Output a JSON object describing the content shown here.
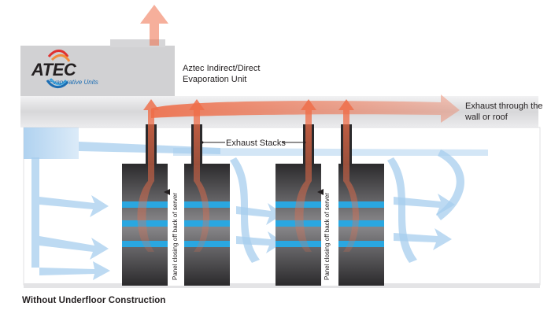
{
  "logo": {
    "name": "ATEC",
    "tagline": "Evaporative Units"
  },
  "labels": {
    "unit": "Aztec Indirect/Direct\nEvaporation Unit",
    "exhaust": "Exhaust through the\nwall or roof",
    "stacks": "Exhaust Stacks",
    "panel": "Panel closing off back of server",
    "caption": "Without Underfloor Construction"
  },
  "colors": {
    "hot_air": "#ef6d48",
    "cool_air": "#a7cdee",
    "server_dark": "#2b2a2c",
    "server_light": "#8a898c",
    "server_band": "#2aa7e0",
    "duct": "#dcdcde",
    "unit_box": "#cfcfd1"
  },
  "icons": [
    "up-arrow-exhaust-icon",
    "logo-swoosh-icon",
    "panel-arrow-icon"
  ]
}
